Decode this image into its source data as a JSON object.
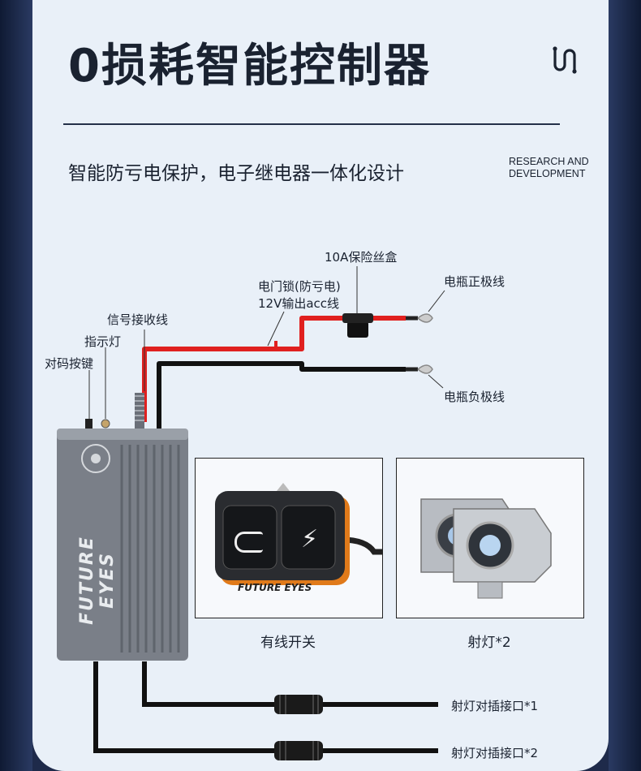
{
  "header": {
    "title": "0损耗智能控制器",
    "subtitle": "智能防亏电保护，电子继电器一体化设计",
    "tag_line1": "RESEARCH AND",
    "tag_line2": "DEVELOPMENT",
    "logo_icon": "wire-coil-icon"
  },
  "labels": {
    "fuse_box": "10A保险丝盒",
    "door_lock_line1": "电门锁(防亏电)",
    "door_lock_line2": "12V输出acc线",
    "battery_positive": "电瓶正极线",
    "battery_negative": "电瓶负极线",
    "signal_wire": "信号接收线",
    "indicator_light": "指示灯",
    "pair_button": "对码按键",
    "spot_connector_1": "射灯对插接口*1",
    "spot_connector_2": "射灯对插接口*2"
  },
  "controller": {
    "brand_text": "FUTURE EYES"
  },
  "switch_panel": {
    "brand_text": "FUTURE EYES",
    "caption": "有线开关",
    "left_button_icon": "headlight-icon",
    "right_button_icon": "lightning-icon"
  },
  "spotlight_panel": {
    "caption": "射灯*2"
  },
  "colors": {
    "background_panel": "#e9f0f8",
    "frame": "#1e2a4a",
    "wire_red": "#e0201f",
    "wire_black": "#111111",
    "switch_accent": "#e07a1a"
  }
}
